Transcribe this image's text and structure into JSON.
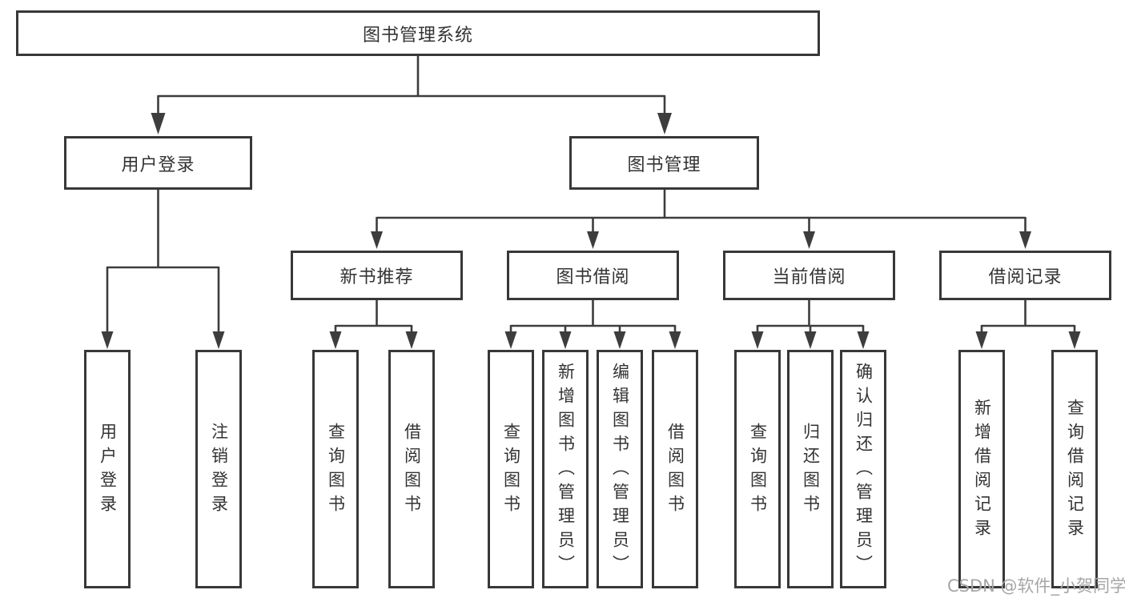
{
  "colors": {
    "line": "#3d3d3d",
    "box-border": "#383838",
    "box-fill": "#ffffff",
    "text": "#333333",
    "watermark": "#a6a6a6",
    "background": "#ffffff"
  },
  "tree": {
    "root": "图书管理系统",
    "branches": [
      {
        "label": "用户登录",
        "children": [
          "用户登录",
          "注销登录"
        ]
      },
      {
        "label": "图书管理",
        "children": [
          {
            "label": "新书推荐",
            "children": [
              "查询图书",
              "借阅图书"
            ]
          },
          {
            "label": "图书借阅",
            "children": [
              "查询图书",
              "新增图书（管理员）",
              "编辑图书（管理员）",
              "借阅图书"
            ]
          },
          {
            "label": "当前借阅",
            "children": [
              "查询图书",
              "归还图书",
              "确认归还（管理员）"
            ]
          },
          {
            "label": "借阅记录",
            "children": [
              "新增借阅记录",
              "查询借阅记录"
            ]
          }
        ]
      }
    ]
  },
  "watermark": {
    "text": "CSDN @软件_小贺同学"
  }
}
